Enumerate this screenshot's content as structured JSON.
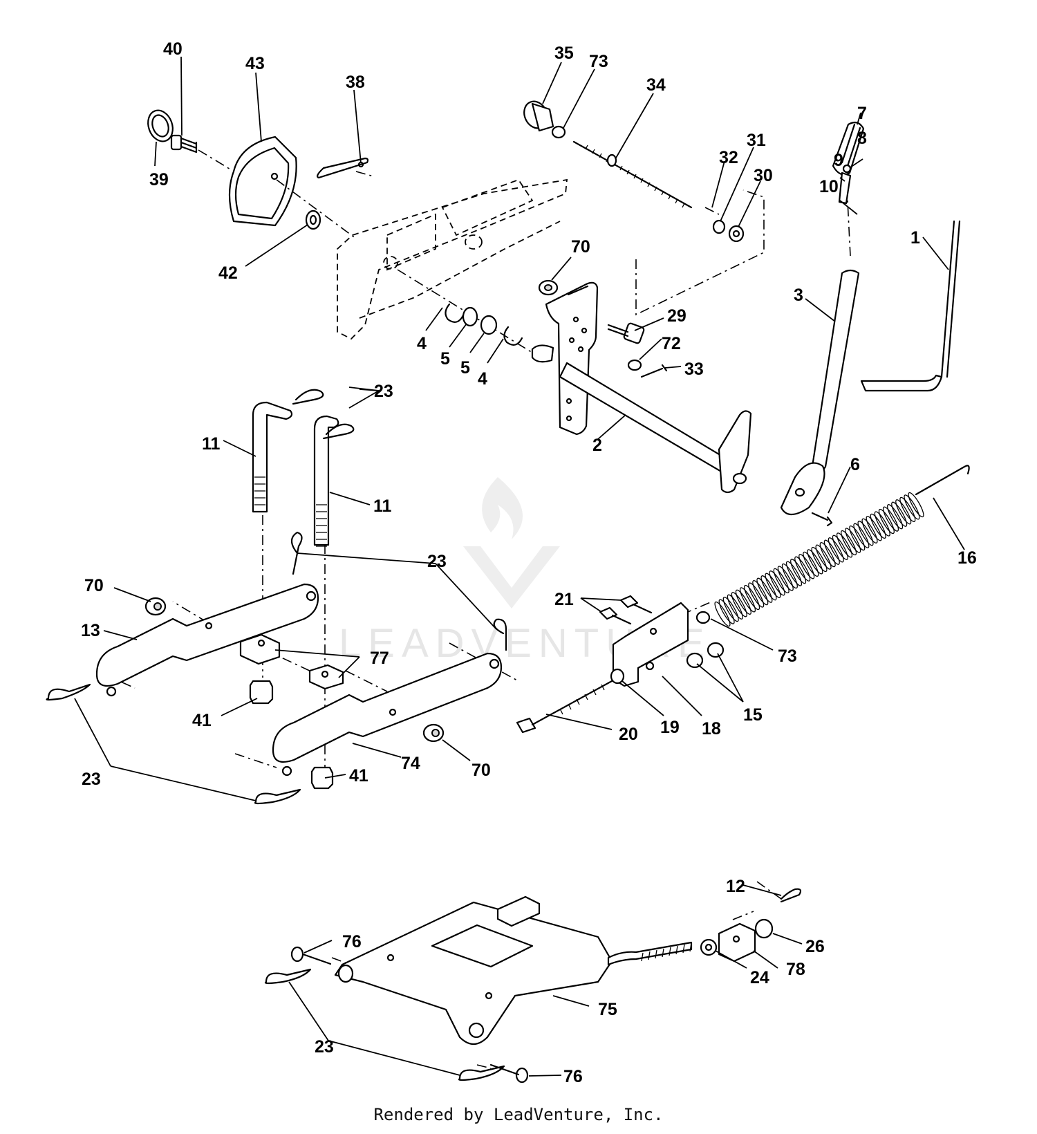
{
  "footer": "Rendered by LeadVenture, Inc.",
  "watermark": "LEADVENTURE",
  "callouts": [
    {
      "id": "c40a",
      "text": "40"
    },
    {
      "id": "c43",
      "text": "43"
    },
    {
      "id": "c38",
      "text": "38"
    },
    {
      "id": "c39",
      "text": "39"
    },
    {
      "id": "c42",
      "text": "42"
    },
    {
      "id": "c35",
      "text": "35"
    },
    {
      "id": "c73a",
      "text": "73"
    },
    {
      "id": "c34",
      "text": "34"
    },
    {
      "id": "c31",
      "text": "31"
    },
    {
      "id": "c32",
      "text": "32"
    },
    {
      "id": "c30",
      "text": "30"
    },
    {
      "id": "c7",
      "text": "7"
    },
    {
      "id": "c8",
      "text": "8"
    },
    {
      "id": "c9",
      "text": "9"
    },
    {
      "id": "c10",
      "text": "10"
    },
    {
      "id": "c1",
      "text": "1"
    },
    {
      "id": "c70a",
      "text": "70"
    },
    {
      "id": "c29",
      "text": "29"
    },
    {
      "id": "c3",
      "text": "3"
    },
    {
      "id": "c72",
      "text": "72"
    },
    {
      "id": "c33",
      "text": "33"
    },
    {
      "id": "c4a",
      "text": "4"
    },
    {
      "id": "c5a",
      "text": "5"
    },
    {
      "id": "c5b",
      "text": "5"
    },
    {
      "id": "c4b",
      "text": "4"
    },
    {
      "id": "c23a",
      "text": "23"
    },
    {
      "id": "c11a",
      "text": "11"
    },
    {
      "id": "c11b",
      "text": "11"
    },
    {
      "id": "c2",
      "text": "2"
    },
    {
      "id": "c6",
      "text": "6"
    },
    {
      "id": "c16",
      "text": "16"
    },
    {
      "id": "c23b",
      "text": "23"
    },
    {
      "id": "c70b",
      "text": "70"
    },
    {
      "id": "c13",
      "text": "13"
    },
    {
      "id": "c21",
      "text": "21"
    },
    {
      "id": "c73b",
      "text": "73"
    },
    {
      "id": "c77",
      "text": "77"
    },
    {
      "id": "c15",
      "text": "15"
    },
    {
      "id": "c41a",
      "text": "41"
    },
    {
      "id": "c20",
      "text": "20"
    },
    {
      "id": "c19",
      "text": "19"
    },
    {
      "id": "c18",
      "text": "18"
    },
    {
      "id": "c74",
      "text": "74"
    },
    {
      "id": "c70c",
      "text": "70"
    },
    {
      "id": "c23c",
      "text": "23"
    },
    {
      "id": "c41b",
      "text": "41"
    },
    {
      "id": "c12",
      "text": "12"
    },
    {
      "id": "c76a",
      "text": "76"
    },
    {
      "id": "c26",
      "text": "26"
    },
    {
      "id": "c24",
      "text": "24"
    },
    {
      "id": "c78",
      "text": "78"
    },
    {
      "id": "c75",
      "text": "75"
    },
    {
      "id": "c23d",
      "text": "23"
    },
    {
      "id": "c76b",
      "text": "76"
    }
  ]
}
